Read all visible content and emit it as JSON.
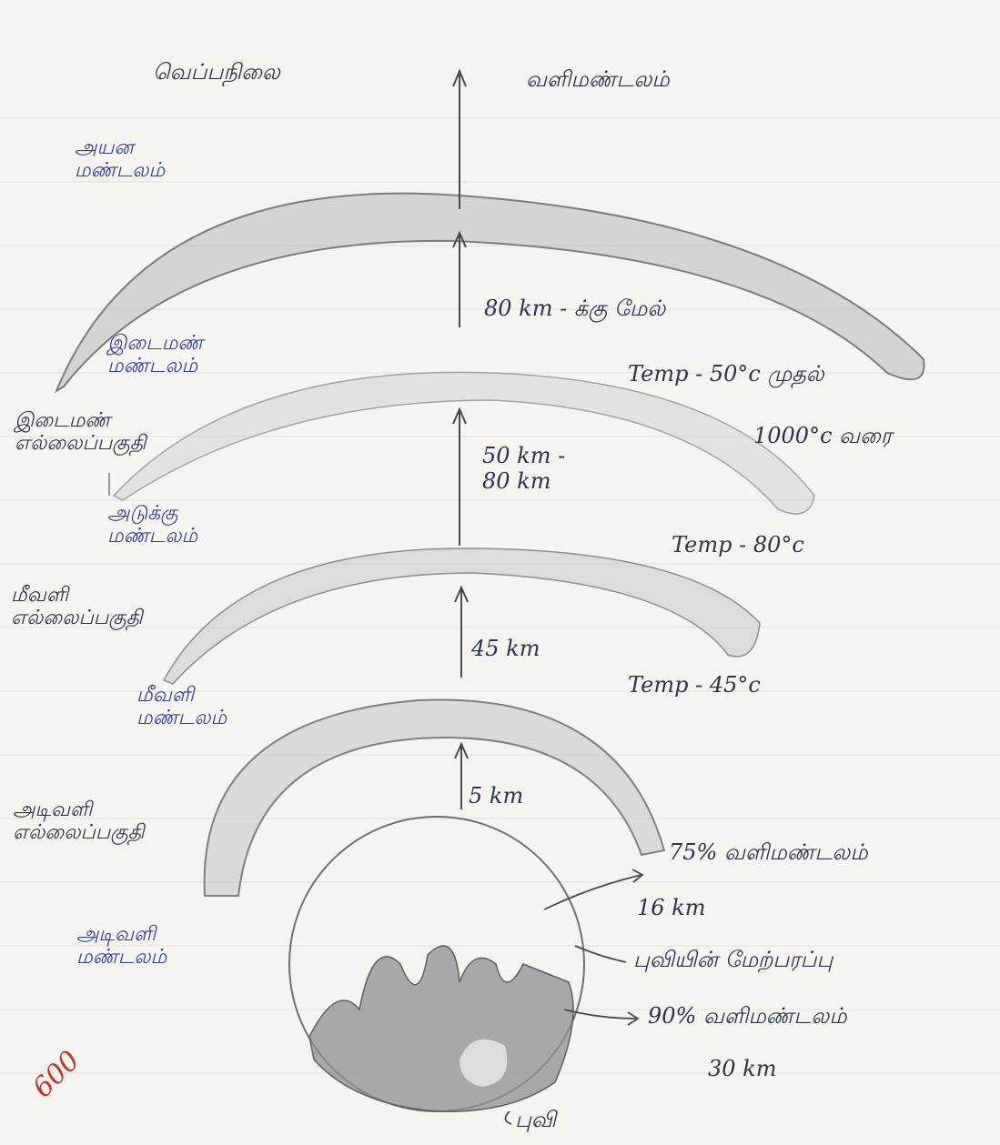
{
  "page": {
    "ink_color": "#3a3f8c",
    "pencil_color": "#8a8a8a",
    "paper_color": "#f6f4f1",
    "corner_mark_color": "#c0392b"
  },
  "header": {
    "left_heading": "வெப்பநிலை",
    "right_heading": "வளிமண்டலம்"
  },
  "layers": [
    {
      "name_line1": "அயன",
      "name_line2": "மண்டலம்"
    },
    {
      "name_line1": "இடைமண்",
      "name_line2": "மண்டலம்"
    },
    {
      "name_line1": "அடுக்கு",
      "name_line2": "மண்டலம்"
    },
    {
      "name_line1": "மீவளி",
      "name_line2": "மண்டலம்"
    },
    {
      "name_line1": "அடிவளி",
      "name_line2": "மண்டலம்"
    }
  ],
  "pauses": [
    {
      "line1": "இடைமண்",
      "line2": "எல்லைப்பகுதி"
    },
    {
      "line1": "மீவளி",
      "line2": "எல்லைப்பகுதி"
    },
    {
      "line1": "அடிவளி",
      "line2": "எல்லைப்பகுதி"
    }
  ],
  "altitudes": {
    "top": "80 km - க்கு மேல்",
    "upper_line1": "50 km -",
    "upper_line2": "80 km",
    "middle": "45 km",
    "lower": "5 km"
  },
  "temperatures": {
    "top_line1": "Temp - 50°c முதல்",
    "top_line2": "1000°c வரை",
    "upper": "Temp - 80°c",
    "middle": "Temp - 45°c"
  },
  "earth_notes": [
    "75% வளிமண்டலம்",
    "16 km",
    "புவியின் மேற்பரப்பு",
    "90% வளிமண்டலம்",
    "30 km"
  ],
  "bottom_label": "புவி",
  "corner_mark": "600"
}
